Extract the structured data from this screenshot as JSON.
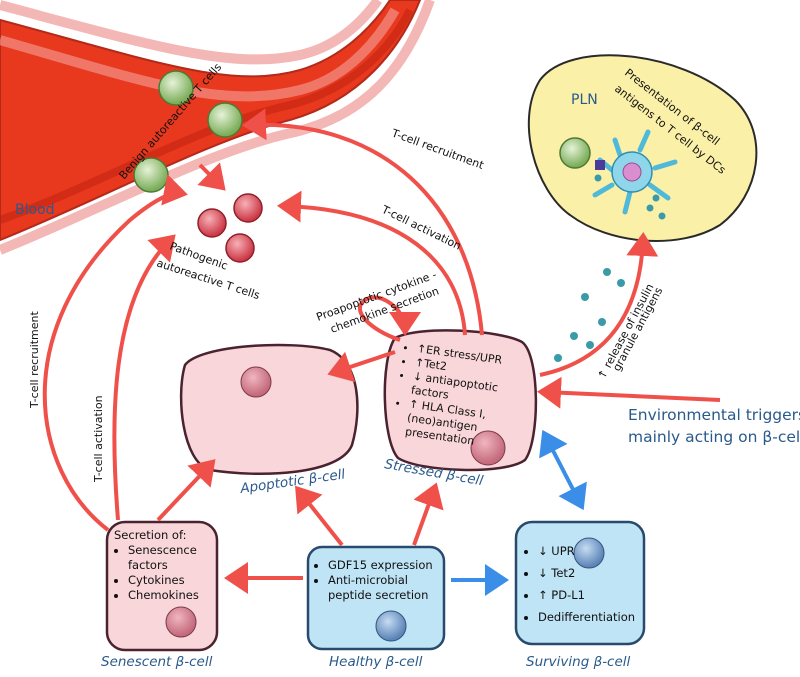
{
  "labels": {
    "blood": "Blood",
    "benign": "Benign autoreactive T cells",
    "pathogenic_line1": "Pathogenic",
    "pathogenic_line2": "autoreactive T cells",
    "pln": "PLN",
    "pln_presentation_1": "Presentation of β-cell",
    "pln_presentation_2": "antigens to T cell by DCs",
    "tcell_recruitment_top": "T-cell recruitment",
    "tcell_activation_top": "T-cell activation",
    "tcell_recruitment_left": "T-cell recruitment",
    "tcell_activation_left": "T-cell activation",
    "proapoptotic_1": "Proapoptotic cytokine -",
    "proapoptotic_2": "chemokine secretion",
    "insulin_1": "↑ release of insulin",
    "insulin_2": "granule antigens",
    "env_1": "Environmental triggers",
    "env_2": "mainly acting on β-cells"
  },
  "cells": {
    "apoptotic": "Apoptotic β-cell",
    "stressed": "Stressed β-cell",
    "senescent": "Senescent β-cell",
    "healthy": "Healthy β-cell",
    "surviving": "Surviving β-cell"
  },
  "stressed_items": [
    "↑ER stress/UPR",
    "↑Tet2",
    "↓ antiapoptotic factors",
    "↑ HLA Class I, (neo)antigen presentation"
  ],
  "senescent_title": "Secretion of:",
  "senescent_items": [
    "Senescence factors",
    "Cytokines",
    "Chemokines"
  ],
  "healthy_items": [
    "GDF15 expression",
    "Anti-microbial peptide secretion"
  ],
  "surviving_items": [
    "↓ UPR",
    "↓ Tet2",
    "↑ PD-L1",
    "Dedifferentiation"
  ],
  "colors": {
    "red_arrow": "#f0504a",
    "blue_arrow": "#3a8ee8",
    "pink_cell": "#f8d6d9",
    "blue_cell": "#bfe4f5",
    "caption_blue": "#2a5a8c"
  }
}
